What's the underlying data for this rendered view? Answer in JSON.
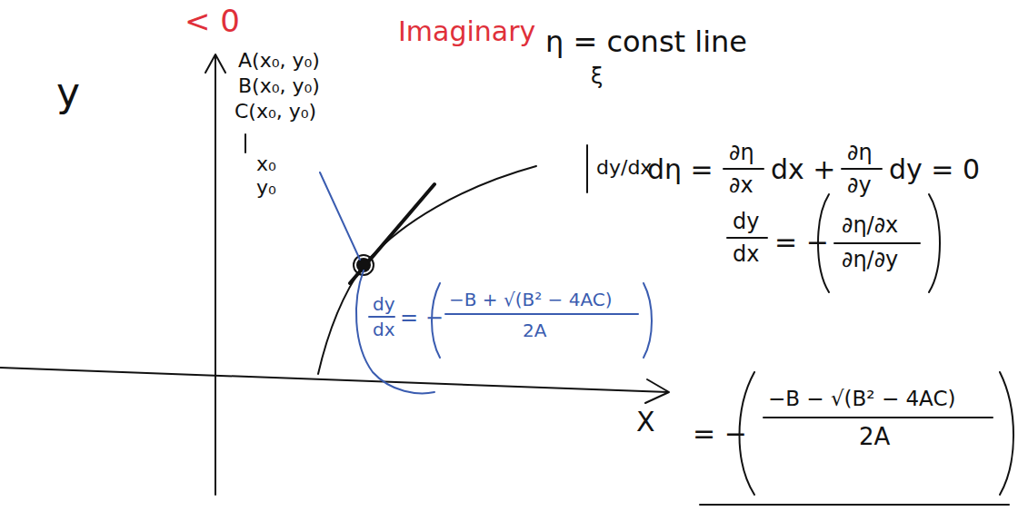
{
  "diagram": {
    "labels": [
      "< 0",
      "Imaginary",
      "y",
      "A(x₀, y₀)",
      "B(x₀, y₀)",
      "C(x₀, y₀)",
      "x₀",
      "y₀",
      "η = const line",
      "ξ",
      "dy/dx",
      "dη =",
      "∂η",
      "∂x",
      "dx +",
      "∂η",
      "∂y",
      "dy = 0",
      "dy",
      "dx",
      "= −",
      "∂η/∂x",
      "∂η/∂y",
      "= −",
      "−B − √(B² − 4AC)",
      "2A",
      "dy",
      "dx",
      "= −",
      "−B + √(B² − 4AC)",
      "2A",
      "X"
    ]
  }
}
